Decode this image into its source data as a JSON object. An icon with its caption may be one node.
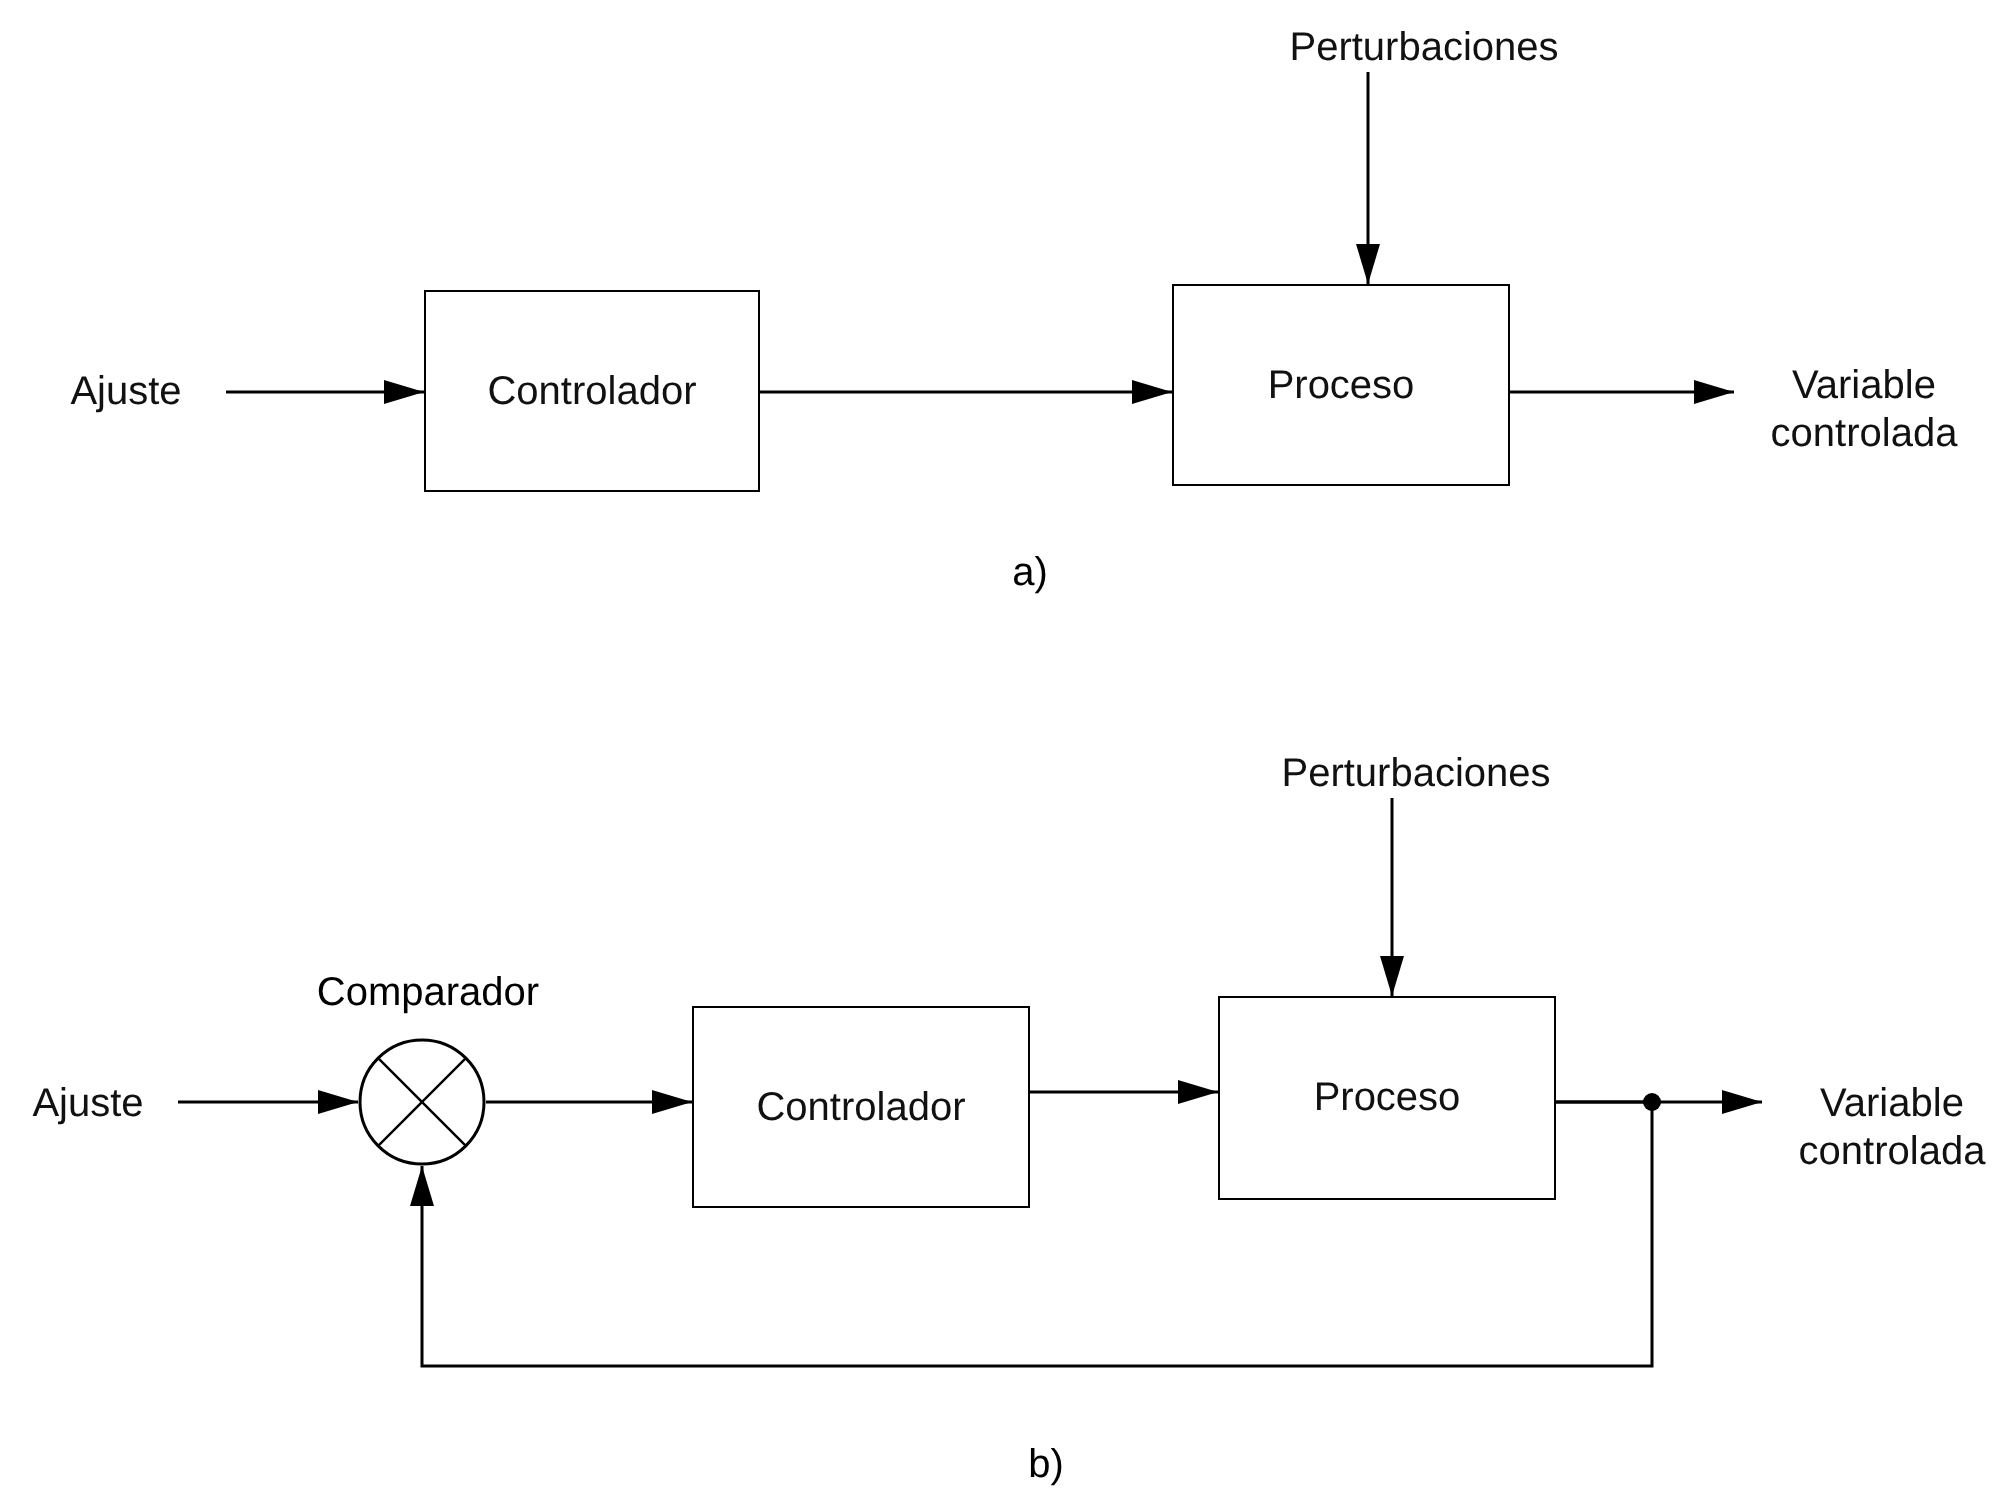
{
  "diagram": {
    "nodes": [
      {
        "text": [
          "Ajuste"
        ]
      },
      {
        "text": [
          "Controlador"
        ]
      },
      {
        "text": [
          "Proceso"
        ]
      },
      {
        "text": [
          "Perturbaciones"
        ]
      },
      {
        "text": [
          "Variable controlada"
        ]
      },
      {
        "text": [
          "Ajuste"
        ]
      },
      {
        "text": [],
        "shape": "circle",
        "beside": [
          "Comparador"
        ]
      },
      {
        "text": [
          "Controlador"
        ]
      },
      {
        "text": [
          "Proceso"
        ]
      },
      {
        "text": [
          "Perturbaciones"
        ]
      },
      {
        "text": [
          "Variable controlada"
        ]
      }
    ],
    "edges": [
      {
        "from": 0,
        "to": 1,
        "arrow": "to"
      },
      {
        "from": 1,
        "to": 2,
        "arrow": "to"
      },
      {
        "from": 3,
        "to": 2,
        "arrow": "to"
      },
      {
        "from": 2,
        "to": 4,
        "arrow": "to"
      },
      {
        "from": 5,
        "to": 6,
        "arrow": "to"
      },
      {
        "from": 6,
        "to": 7,
        "arrow": "to"
      },
      {
        "from": 7,
        "to": 8,
        "arrow": "to"
      },
      {
        "from": 9,
        "to": 8,
        "arrow": "to"
      },
      {
        "from": 8,
        "to": 10,
        "arrow": "to"
      },
      {
        "from": 8,
        "to": 6,
        "arrow": "to"
      }
    ],
    "labels": [
      "a)",
      "b)"
    ]
  }
}
